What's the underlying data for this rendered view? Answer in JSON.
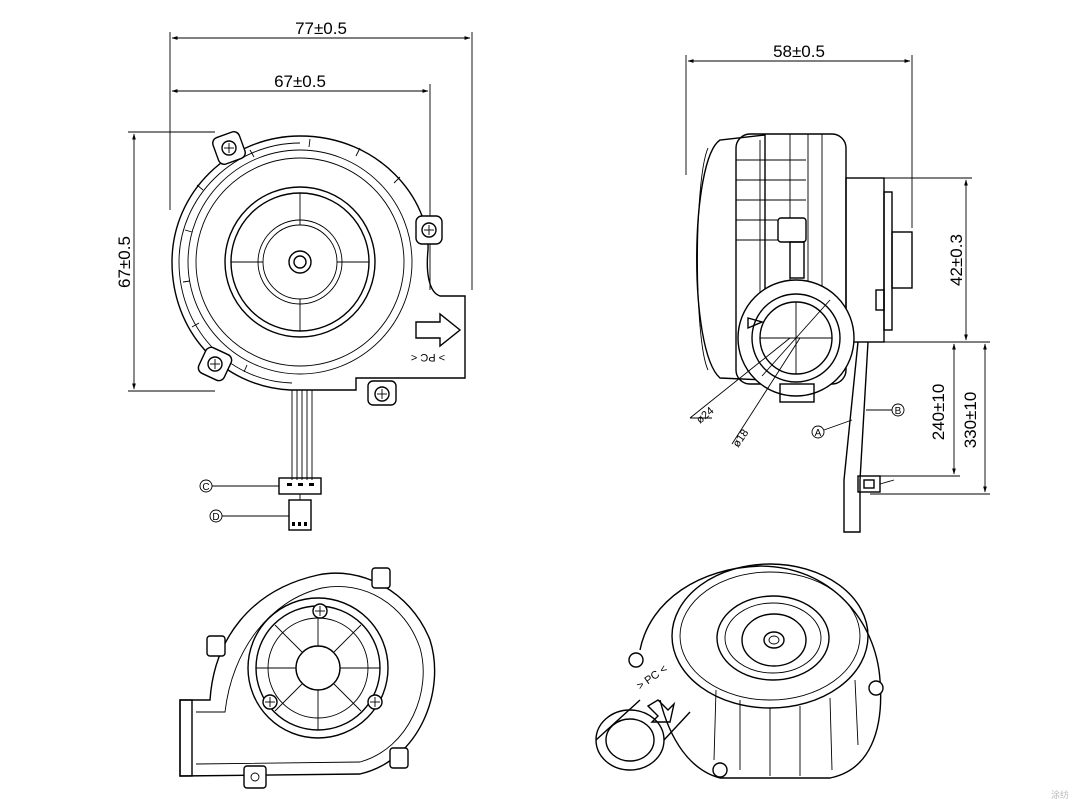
{
  "dimensions": {
    "front_width_overall": "77±0.5",
    "front_width_body": "67±0.5",
    "front_height": "67±0.5",
    "side_depth": "58±0.5",
    "side_outlet_height": "42±0.3",
    "cable_length_a": "240±10",
    "cable_length_b": "330±10",
    "outlet_outer_diameter": "ø24",
    "outlet_inner_diameter": "ø18"
  },
  "callouts": {
    "a": "A",
    "b": "B",
    "c": "C",
    "d": "D"
  },
  "marking": "> PC <",
  "watermark": "涂纺"
}
